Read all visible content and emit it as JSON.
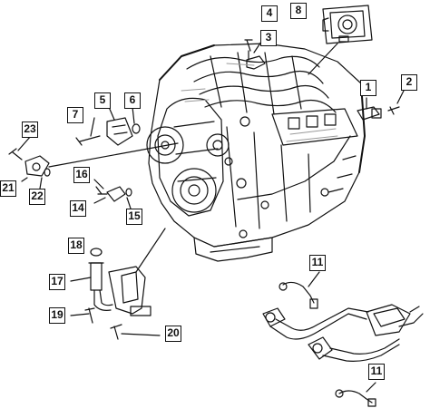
{
  "callouts": {
    "c1": "1",
    "c2": "2",
    "c3": "3",
    "c4": "4",
    "c5": "5",
    "c6": "6",
    "c7": "7",
    "c8": "8",
    "c11a": "11",
    "c11b": "11",
    "c14": "14",
    "c15": "15",
    "c16": "16",
    "c17": "17",
    "c18": "18",
    "c19": "19",
    "c20": "20",
    "c21": "21",
    "c22": "22",
    "c23": "23"
  },
  "colors": {
    "line": "#111111",
    "shade": "#9a9a9a",
    "background": "#ffffff"
  }
}
